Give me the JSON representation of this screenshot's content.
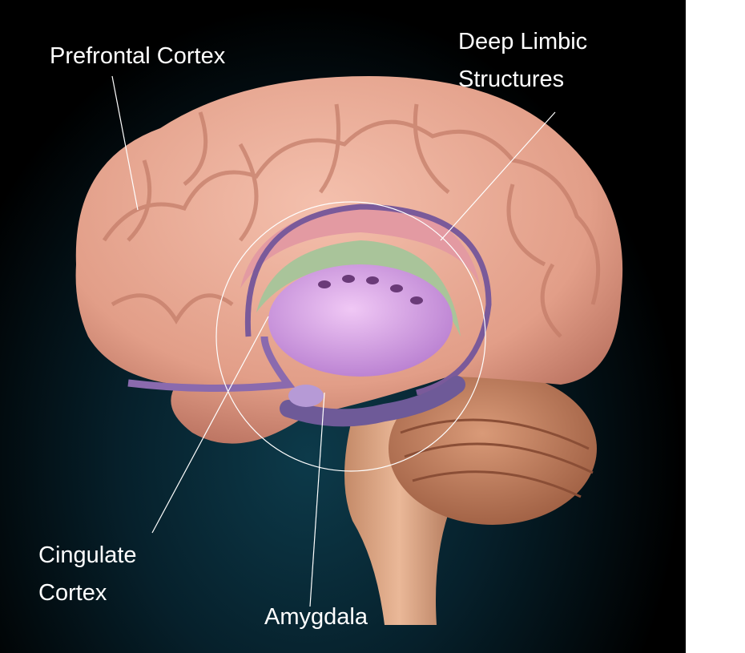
{
  "diagram": {
    "subject": "brain",
    "labels": {
      "prefrontal": "Prefrontal Cortex",
      "limbic_line1": "Deep Limbic",
      "limbic_line2": "Structures",
      "cingulate_line1": "Cingulate",
      "cingulate_line2": "Cortex",
      "amygdala": "Amygdala"
    }
  }
}
